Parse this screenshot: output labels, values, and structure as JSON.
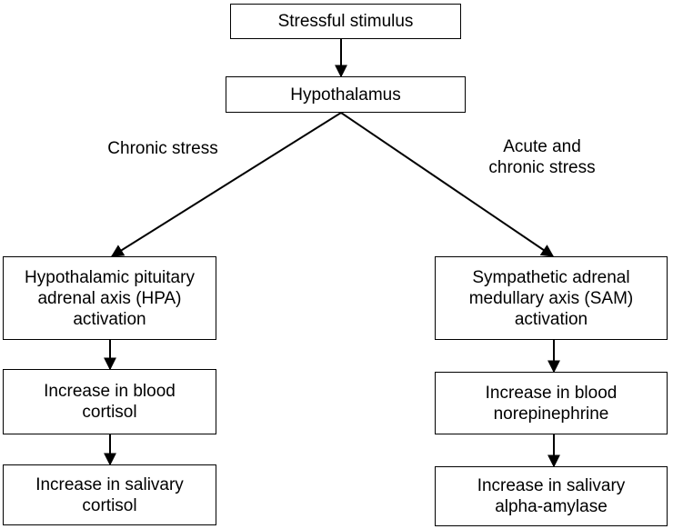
{
  "nodes": {
    "stimulus": "Stressful stimulus",
    "hypothalamus": "Hypothalamus",
    "hpa": "Hypothalamic pituitary\nadrenal axis (HPA)\nactivation",
    "sam": "Sympathetic adrenal\nmedullary axis (SAM)\nactivation",
    "blood_cortisol": "Increase in blood\ncortisol",
    "blood_norepinephrine": "Increase in blood\nnorepinephrine",
    "salivary_cortisol": "Increase in salivary\ncortisol",
    "salivary_amylase": "Increase in salivary\nalpha-amylase"
  },
  "edge_labels": {
    "chronic": "Chronic stress",
    "acute_chronic": "Acute and\nchronic stress"
  },
  "colors": {
    "stroke": "#000000",
    "background": "#ffffff"
  }
}
